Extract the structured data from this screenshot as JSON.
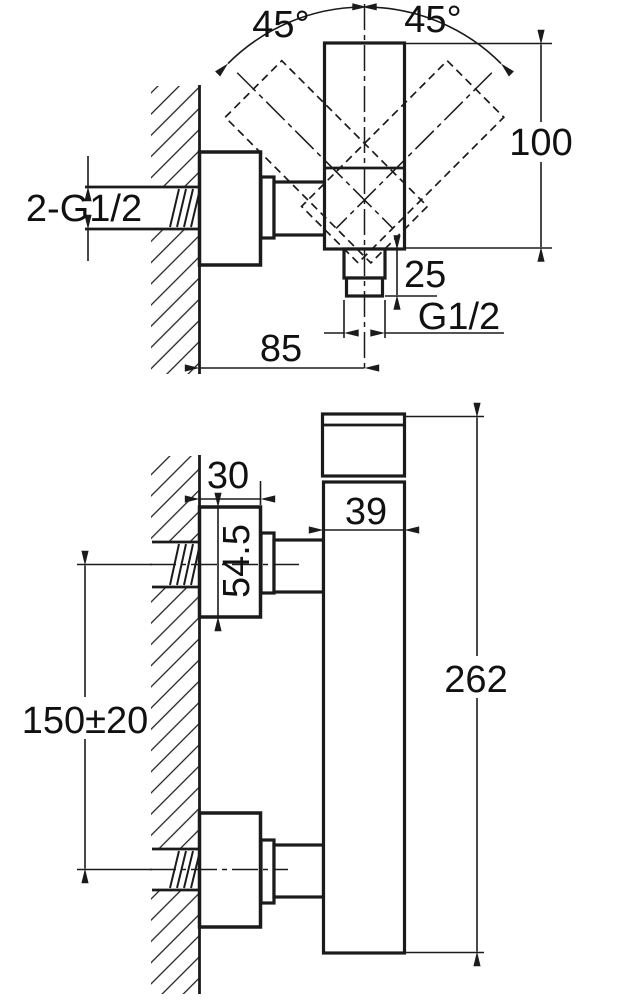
{
  "colors": {
    "line": "#1b1b1b",
    "background": "#ffffff"
  },
  "top_view": {
    "label_angle_left": "45°",
    "label_angle_right": "45°",
    "dim_body_height": "100",
    "dim_outlet_length": "25",
    "label_outlet_thread": "G1/2",
    "label_inlet_thread": "2-G1/2",
    "dim_wall_to_outlet_axis": "85"
  },
  "side_view": {
    "dim_escutcheon_depth": "30",
    "dim_body_width": "39",
    "dim_escutcheon_height": "54.5",
    "dim_inlet_spacing": "150±20",
    "dim_overall_height": "262"
  }
}
